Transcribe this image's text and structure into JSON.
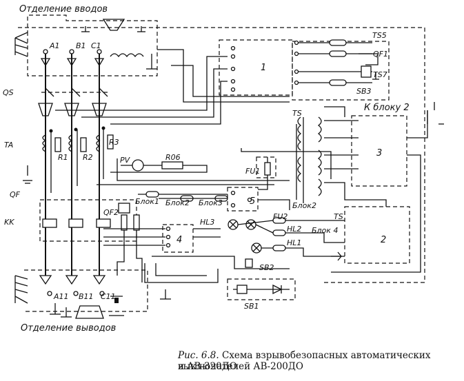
{
  "labels": {
    "inputs_section": "Отделение вводов",
    "outputs_section": "Отделение выводов",
    "block2_ref": "К блоку 2",
    "TS5": "TS5",
    "QF1": "QF1",
    "TS7": "TS7",
    "SB3": "SB3",
    "QS": "QS",
    "TA": "TA",
    "QF": "QF",
    "KK": "KK",
    "A1": "A1",
    "B1": "B1",
    "C1": "C1",
    "A11": "A11",
    "B11": "B11",
    "C11": "C11",
    "R1": "R1",
    "R2": "R2",
    "R3": "R3",
    "PV": "PV",
    "R06": "R06",
    "FU1": "FU1",
    "FU2": "FU2",
    "QF2": "QF2",
    "HL3": "HL3",
    "HL2": "HL2",
    "HL1": "HL1",
    "SB2": "SB2",
    "SB1": "SB1",
    "TS_top": "TS",
    "TS_mid": "TS",
    "blok1": "Блок1",
    "blok2a": "Блок2",
    "blok3": "Блок3",
    "blok2b": "Блок2",
    "blok4": "Блок 4",
    "unit1": "1",
    "unit2": "2",
    "unit3": "3",
    "unit4": "4",
    "unit5": "5"
  },
  "caption": {
    "prefix": "Рис. 6.8.",
    "line1": "Схема взрывобезопасных автоматических выключателей АВ-200ДО",
    "line2": "и АВ-320ДО"
  }
}
